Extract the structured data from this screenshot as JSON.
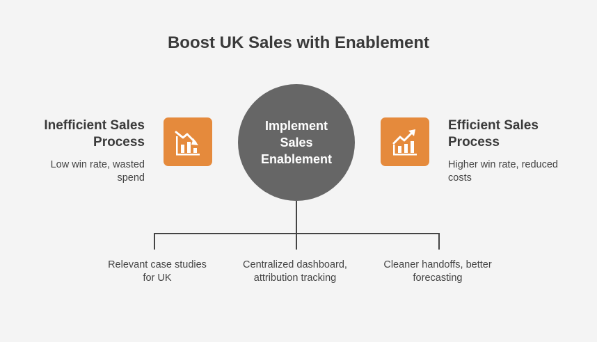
{
  "title": "Boost UK Sales with Enablement",
  "left": {
    "title_line1": "Inefficient Sales",
    "title_line2": "Process",
    "desc_line1": "Low win rate, wasted",
    "desc_line2": "spend",
    "icon": "chart-down-icon"
  },
  "center": {
    "line1": "Implement",
    "line2": "Sales",
    "line3": "Enablement"
  },
  "right": {
    "title_line1": "Efficient Sales",
    "title_line2": "Process",
    "desc_line1": "Higher win rate, reduced",
    "desc_line2": "costs",
    "icon": "chart-up-icon"
  },
  "outcomes": [
    {
      "line1": "Relevant case studies",
      "line2": "for UK"
    },
    {
      "line1": "Centralized dashboard,",
      "line2": "attribution tracking"
    },
    {
      "line1": "Cleaner handoffs, better",
      "line2": "forecasting"
    }
  ],
  "colors": {
    "accent": "#e58a3c",
    "circle": "#666666",
    "background": "#f4f4f4",
    "text": "#3a3a3a"
  }
}
